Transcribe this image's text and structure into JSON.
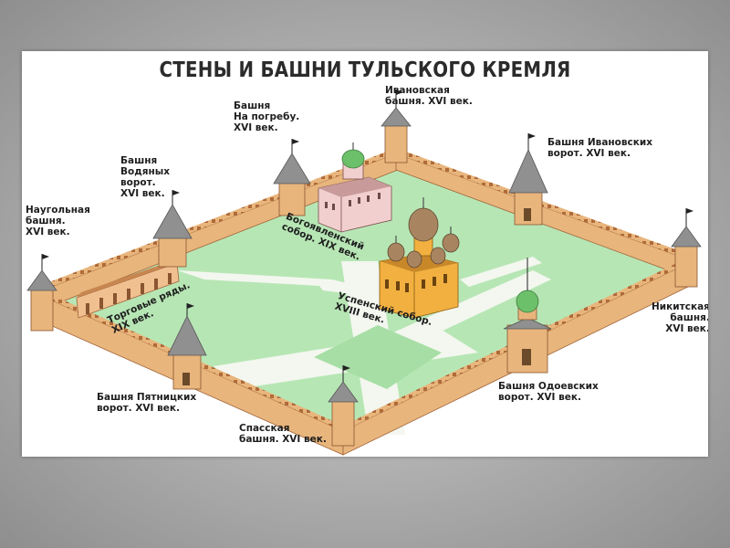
{
  "title": "СТЕНЫ И БАШНИ ТУЛЬСКОГО КРЕМЛЯ",
  "colors": {
    "wall": "#e8b57c",
    "wall_shadow": "#c8864f",
    "merlon": "#b06b3a",
    "grass": "#b7e6b5",
    "grass_dark": "#9bd89a",
    "path": "#f2f6ef",
    "roof": "#8a8a8a",
    "dome_green": "#6cc06a",
    "cathedral": "#f0b040",
    "church_pink": "#f0c8c8"
  },
  "labels": {
    "ivanovskaya": [
      "Ивановская",
      "башня. XVI век."
    ],
    "na_pogrebu": [
      "Башня",
      "На погребу.",
      "XVI век."
    ],
    "ivanovskih_vorot": [
      "Башня Ивановских",
      "ворот. XVI век."
    ],
    "vodyanyh_vorot": [
      "Башня",
      "Водяных",
      "ворот.",
      "XVI век."
    ],
    "naugolnaya": [
      "Наугольная",
      "башня.",
      "XVI век."
    ],
    "bogoyavlensky": [
      "Богоявленский",
      "собор. XIX век."
    ],
    "torgovye_ryady": [
      "Торговые ряды.",
      "XIX век."
    ],
    "uspensky": [
      "Успенский собор.",
      "XVIII век."
    ],
    "nikitskaya": [
      "Никитская",
      "башня.",
      "XVI век."
    ],
    "pyatnitskih_vorot": [
      "Башня Пятницких",
      "ворот. XVI век."
    ],
    "odoevskih_vorot": [
      "Башня Одоевских",
      "ворот. XVI век."
    ],
    "spasskaya": [
      "Спасская",
      "башня. XVI век."
    ]
  }
}
